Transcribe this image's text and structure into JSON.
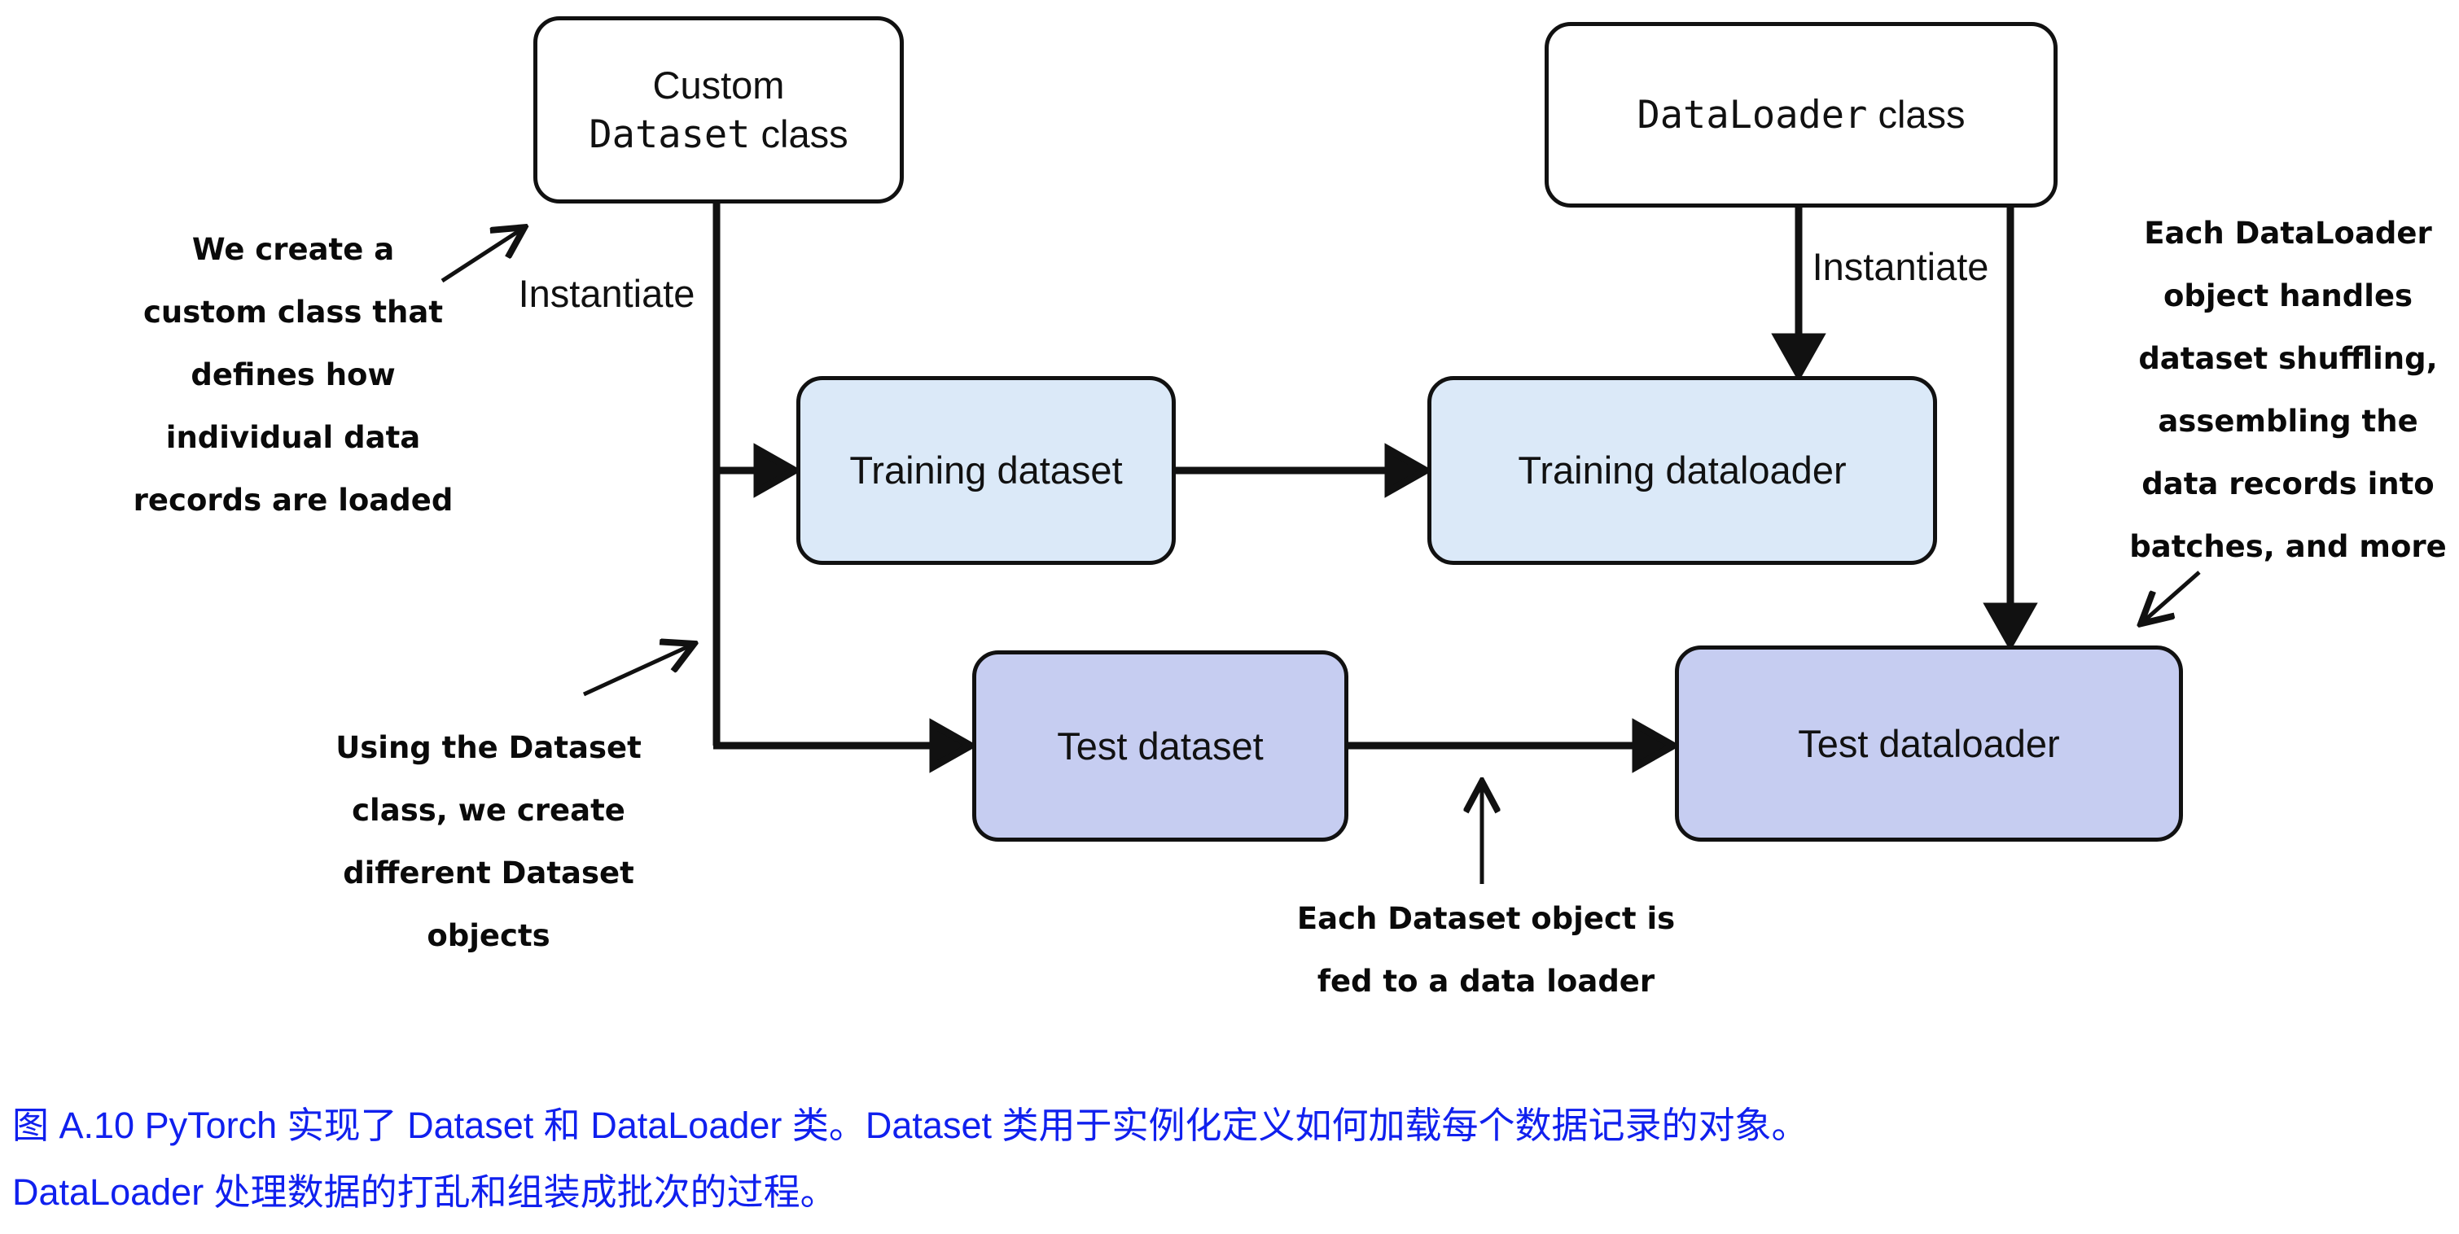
{
  "diagram": {
    "boxes": {
      "custom_dataset": {
        "line1": "Custom",
        "code": "Dataset",
        "suffix": " class"
      },
      "dataloader": {
        "code": "DataLoader",
        "suffix": " class"
      },
      "training_dataset": {
        "label": "Training dataset"
      },
      "training_dataloader": {
        "label": "Training dataloader"
      },
      "test_dataset": {
        "label": "Test dataset"
      },
      "test_dataloader": {
        "label": "Test dataloader"
      }
    },
    "labels": {
      "instantiate_left": "Instantiate",
      "instantiate_right": "Instantiate"
    },
    "annotations": {
      "left_top": "We create a\ncustom class that\ndefines how\nindividual data\nrecords are loaded",
      "left_bottom": "Using the Dataset\nclass, we create\ndifferent Dataset\nobjects",
      "bottom": "Each Dataset object is\nfed to a data loader",
      "right": "Each DataLoader\nobject handles\ndataset shuffling,\nassembling the\ndata records into\nbatches, and more"
    },
    "colors": {
      "training_fill": "#dbe9f8",
      "test_fill": "#c6cdf1",
      "box_border": "#111111",
      "caption_blue": "#1020ee"
    }
  },
  "caption": {
    "text": "图 A.10 PyTorch 实现了 Dataset 和 DataLoader 类。Dataset 类用于实例化定义如何加载每个数据记录的对象。\nDataLoader 处理数据的打乱和组装成批次的过程。"
  }
}
